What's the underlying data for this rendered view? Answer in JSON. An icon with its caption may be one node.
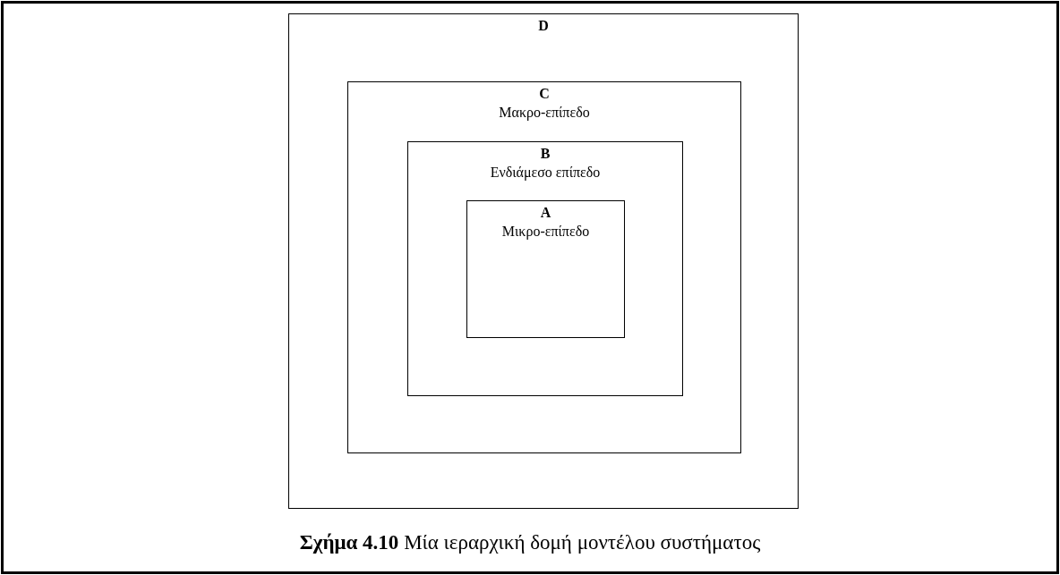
{
  "diagram": {
    "caption": "**Σχήμα 4.10** Μία ιεραρχική δομή μοντέλου συστήματος",
    "nodes": [
      {
        "text": [
          "D"
        ]
      },
      {
        "text": [
          "C",
          "Μακρο-επίπεδο"
        ],
        "in": 0
      },
      {
        "text": [
          "B",
          "Ενδιάμεσο επίπεδο"
        ],
        "in": 1
      },
      {
        "text": [
          "A",
          "Μικρο-επίπεδο"
        ],
        "in": 2
      }
    ],
    "edges": []
  }
}
